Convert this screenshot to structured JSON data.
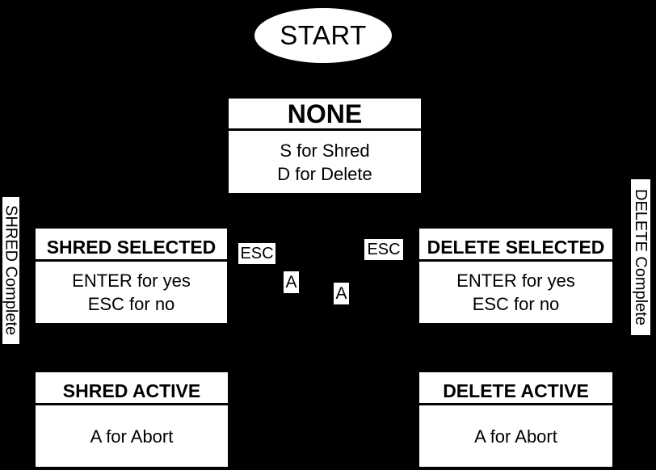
{
  "colors": {
    "background": "#000000",
    "node_fill": "#ffffff",
    "node_text": "#000000"
  },
  "start": {
    "label": "START"
  },
  "nodes": {
    "none": {
      "title": "NONE",
      "line1": "S for Shred",
      "line2": "D for Delete"
    },
    "shred_selected": {
      "title": "SHRED SELECTED",
      "line1": "ENTER for yes",
      "line2": "ESC for no"
    },
    "delete_selected": {
      "title": "DELETE SELECTED",
      "line1": "ENTER for yes",
      "line2": "ESC for no"
    },
    "shred_active": {
      "title": "SHRED ACTIVE",
      "line1": "A for Abort"
    },
    "delete_active": {
      "title": "DELETE ACTIVE",
      "line1": "A for Abort"
    }
  },
  "edge_labels": {
    "esc_left": "ESC",
    "a_left": "A",
    "a_right": "A",
    "esc_right": "ESC",
    "shred_complete": "SHRED Complete",
    "delete_complete": "DELETE Complete"
  }
}
